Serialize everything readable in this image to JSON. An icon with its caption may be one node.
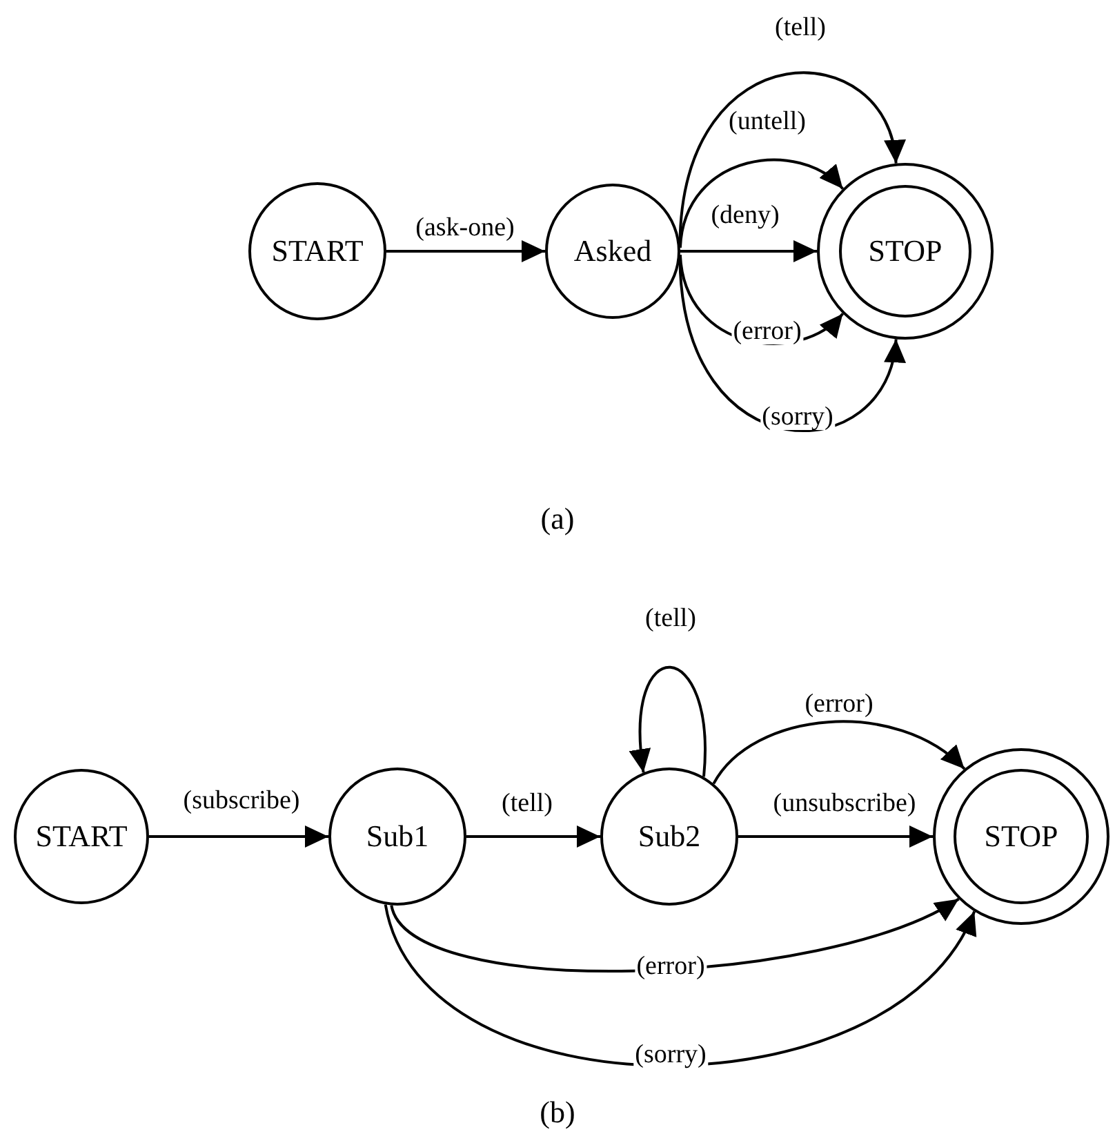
{
  "diagram": {
    "nodes": [
      {
        "text": [
          "START"
        ]
      },
      {
        "text": [
          "Asked"
        ]
      },
      {
        "text": [
          "STOP"
        ]
      },
      {
        "text": [
          "START"
        ]
      },
      {
        "text": [
          "Sub1"
        ]
      },
      {
        "text": [
          "Sub2"
        ]
      },
      {
        "text": [
          "STOP"
        ]
      }
    ],
    "edges": [
      {
        "from": 0,
        "to": 1,
        "arrow": "to",
        "label": "(ask-one)"
      },
      {
        "from": 1,
        "to": 2,
        "arrow": "to",
        "label": "(tell)"
      },
      {
        "from": 1,
        "to": 2,
        "arrow": "to",
        "label": "(untell)"
      },
      {
        "from": 1,
        "to": 2,
        "arrow": "to",
        "label": "(deny)"
      },
      {
        "from": 1,
        "to": 2,
        "arrow": "to",
        "label": "(error)"
      },
      {
        "from": 1,
        "to": 2,
        "arrow": "to",
        "label": "(sorry)"
      },
      {
        "from": 3,
        "to": 4,
        "arrow": "to",
        "label": "(subscribe)"
      },
      {
        "from": 4,
        "to": 5,
        "arrow": "to",
        "label": "(tell)"
      },
      {
        "from": 5,
        "to": 5,
        "arrow": "to",
        "label": "(tell)"
      },
      {
        "from": 5,
        "to": 6,
        "arrow": "to",
        "label": "(error)"
      },
      {
        "from": 5,
        "to": 6,
        "arrow": "to",
        "label": "(unsubscribe)"
      },
      {
        "from": 4,
        "to": 6,
        "arrow": "to",
        "label": "(error)"
      },
      {
        "from": 4,
        "to": 6,
        "arrow": "to",
        "label": "(sorry)"
      }
    ],
    "labels": [
      "(a)",
      "(b)"
    ]
  }
}
